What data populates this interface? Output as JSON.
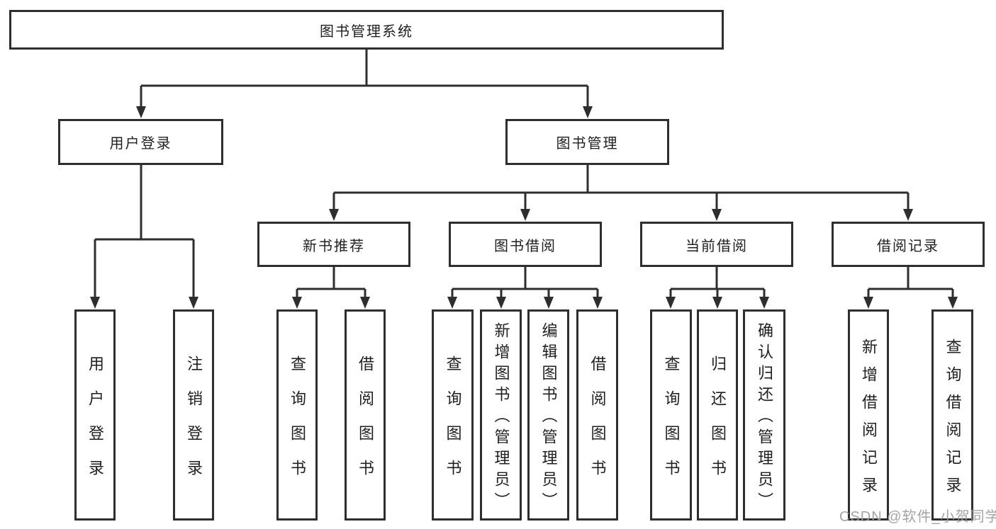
{
  "watermark": "CSDN @软件_小贺同学",
  "colors": {
    "line": "#2e2e2e",
    "box_border": "#2e2e2e",
    "text": "#1f1f1f",
    "watermark": "#9e9e9e",
    "background": "#ffffff"
  },
  "tree": {
    "label": "图书管理系统",
    "children": [
      {
        "label": "用户登录",
        "children": [
          {
            "label": "用户登录"
          },
          {
            "label": "注销登录"
          }
        ]
      },
      {
        "label": "图书管理",
        "children": [
          {
            "label": "新书推荐",
            "children": [
              {
                "label": "查询图书"
              },
              {
                "label": "借阅图书"
              }
            ]
          },
          {
            "label": "图书借阅",
            "children": [
              {
                "label": "查询图书"
              },
              {
                "label": "新增图书（管理员）"
              },
              {
                "label": "编辑图书（管理员）"
              },
              {
                "label": "借阅图书"
              }
            ]
          },
          {
            "label": "当前借阅",
            "children": [
              {
                "label": "查询图书"
              },
              {
                "label": "归还图书"
              },
              {
                "label": "确认归还（管理员）"
              }
            ]
          },
          {
            "label": "借阅记录",
            "children": [
              {
                "label": "新增借阅记录"
              },
              {
                "label": "查询借阅记录"
              }
            ]
          }
        ]
      }
    ]
  }
}
